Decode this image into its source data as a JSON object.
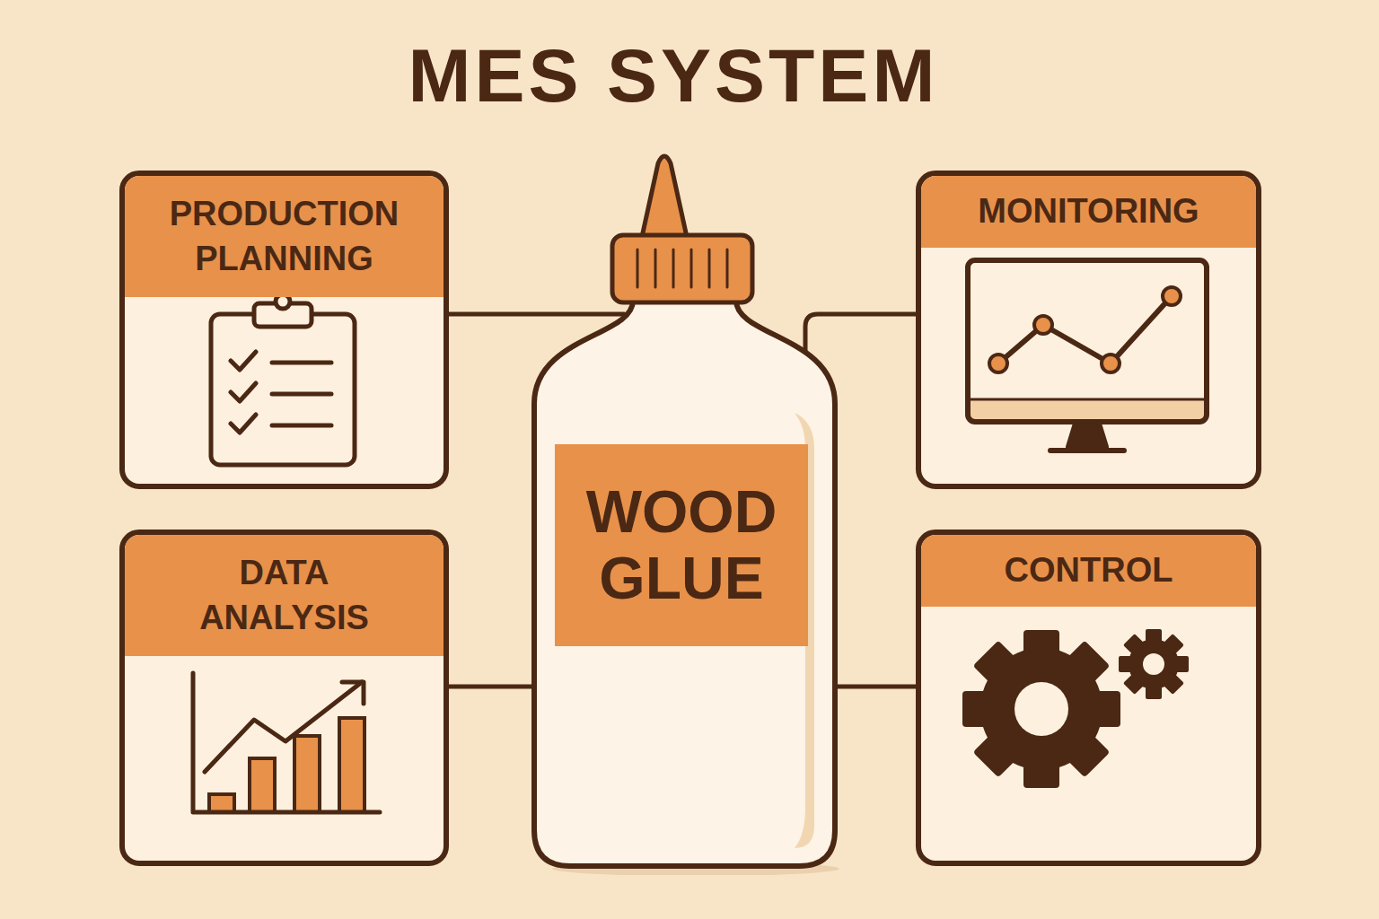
{
  "diagram": {
    "title": "MES SYSTEM",
    "nodes": [
      {
        "text": [
          "PRODUCTION PLANNING"
        ]
      },
      {
        "text": [
          "WOOD GLUE"
        ]
      },
      {
        "text": [
          "MONITORING"
        ]
      },
      {
        "text": [
          "DATA ANALYSIS"
        ]
      },
      {
        "text": [
          "CONTROL"
        ]
      }
    ],
    "edges": [
      {
        "from": 0,
        "to": 1,
        "arrow": "none"
      },
      {
        "from": 2,
        "to": 1,
        "arrow": "none"
      },
      {
        "from": 3,
        "to": 1,
        "arrow": "none"
      },
      {
        "from": 4,
        "to": 1,
        "arrow": "none"
      }
    ]
  }
}
